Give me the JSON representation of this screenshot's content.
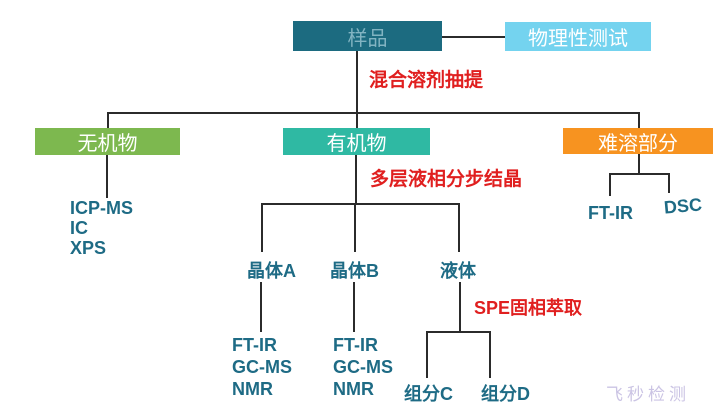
{
  "diagram": {
    "root": {
      "label": "样品"
    },
    "physical_test": {
      "label": "物理性测试"
    },
    "edge_labels": {
      "extraction": "混合溶剂抽提",
      "crystallization": "多层液相分步结晶",
      "spe": "SPE固相萃取"
    },
    "branches": {
      "inorganic": {
        "label": "无机物",
        "methods": [
          "ICP-MS",
          "IC",
          "XPS"
        ]
      },
      "organic": {
        "label": "有机物",
        "children": {
          "crystal_a": {
            "label": "晶体A",
            "methods": [
              "FT-IR",
              "GC-MS",
              "NMR"
            ]
          },
          "crystal_b": {
            "label": "晶体B",
            "methods": [
              "FT-IR",
              "GC-MS",
              "NMR"
            ]
          },
          "liquid": {
            "label": "液体",
            "fractions": [
              "组分C",
              "组分D"
            ]
          }
        }
      },
      "insoluble": {
        "label": "难溶部分",
        "methods": [
          "FT-IR",
          "DSC"
        ]
      }
    },
    "watermark": "飞秒检测",
    "colors": {
      "root_bg": "#1c6b80",
      "root_text": "#82b4c2",
      "physical_bg": "#74d3ef",
      "inorganic_bg": "#7db84f",
      "organic_bg": "#2fb9a3",
      "insoluble_bg": "#f79320",
      "node_text": "#ffffff",
      "label_text": "#1e6b85",
      "edge_label_text": "#e01f1f",
      "line": "#2b2b2b",
      "watermark_text": "#cbc4e4"
    }
  }
}
